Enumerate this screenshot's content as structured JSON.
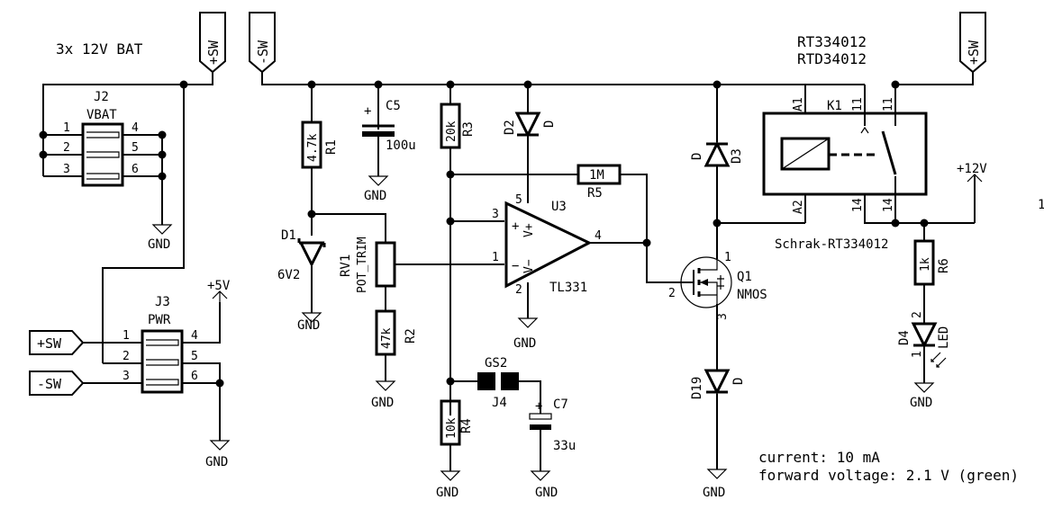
{
  "battery_note": "3x 12V BAT",
  "relay_parts": [
    "RT334012",
    "RTD34012"
  ],
  "ports": {
    "plus_sw": "+SW",
    "minus_sw": "-SW"
  },
  "power": {
    "gnd": "GND",
    "plus5v": "+5V",
    "plus12v": "+12V"
  },
  "connectors": {
    "j2": {
      "ref": "J2",
      "value": "VBAT",
      "pins": [
        "1",
        "2",
        "3",
        "4",
        "5",
        "6"
      ]
    },
    "j3": {
      "ref": "J3",
      "value": "PWR",
      "pins": [
        "1",
        "2",
        "3",
        "4",
        "5",
        "6"
      ]
    }
  },
  "resistors": {
    "r1": {
      "ref": "R1",
      "value": "4.7k"
    },
    "r2": {
      "ref": "R2",
      "value": "47k"
    },
    "r3": {
      "ref": "R3",
      "value": "20k"
    },
    "r4": {
      "ref": "R4",
      "value": "10k"
    },
    "r5": {
      "ref": "R5",
      "value": "1M"
    },
    "r6": {
      "ref": "R6",
      "value": "1k"
    }
  },
  "capacitors": {
    "c5": {
      "ref": "C5",
      "value": "100u",
      "polarity": "+"
    },
    "c7": {
      "ref": "C7",
      "value": "33u",
      "polarity": "+"
    }
  },
  "diodes": {
    "d1": {
      "ref": "D1",
      "value": "6V2"
    },
    "d2": {
      "ref": "D2",
      "value": "D"
    },
    "d3": {
      "ref": "D3",
      "value": "D"
    },
    "d19": {
      "ref": "D19",
      "value": "D"
    },
    "d4": {
      "ref": "D4",
      "value": "LED",
      "pins": [
        "2",
        "1"
      ]
    }
  },
  "pot": {
    "ref": "RV1",
    "value": "POT_TRIM"
  },
  "jumper": {
    "ref": "J4",
    "value": "GS2"
  },
  "opamp": {
    "ref": "U3",
    "value": "TL331",
    "pins": [
      "3",
      "1",
      "5",
      "2",
      "4"
    ],
    "plus": "+",
    "minus": "−",
    "vplus": "V+",
    "vminus": "V−"
  },
  "mosfet": {
    "ref": "Q1",
    "value": "NMOS",
    "pins": [
      "1",
      "2",
      "3"
    ]
  },
  "relay": {
    "ref": "K1",
    "value": "Schrak-RT334012",
    "pins": [
      "A1",
      "A2",
      "11",
      "14",
      "11",
      "14"
    ]
  },
  "notes": [
    "current: 10 mA",
    "forward voltage: 2.1 V (green)"
  ],
  "edge_mark": "1"
}
